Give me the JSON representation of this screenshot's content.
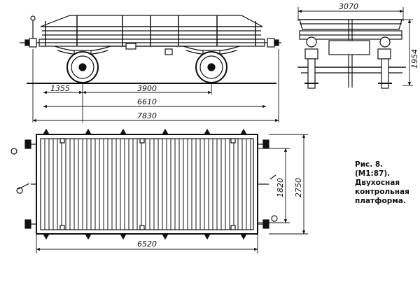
{
  "dimensions": {
    "end_width": "3070",
    "end_height": "1954",
    "d1355": "1355",
    "d3900": "3900",
    "d6610": "6610",
    "d7830": "7830",
    "d1820": "1820",
    "d2750": "2750",
    "d6520": "6520"
  },
  "caption": {
    "line1": "Рис. 8.",
    "line2": "(М1:87).",
    "line3": "Двухосная",
    "line4": "контрольная",
    "line5": "платформа."
  },
  "colors": {
    "ink": "#111111",
    "paper": "#ffffff"
  }
}
